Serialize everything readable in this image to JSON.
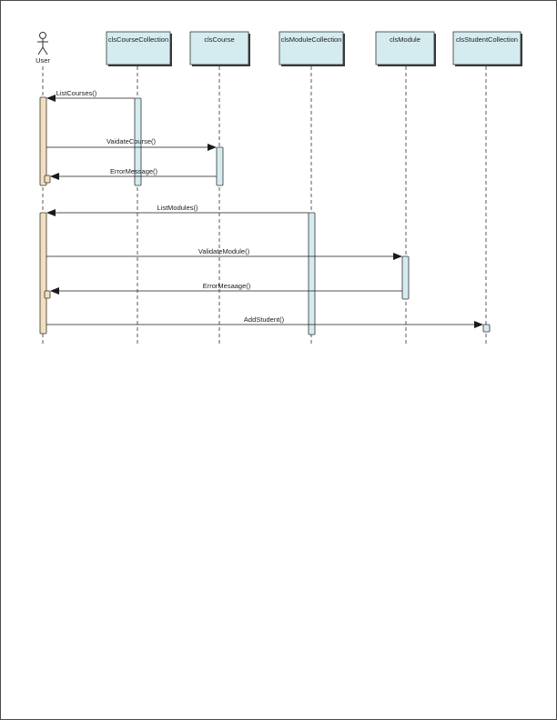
{
  "actor": {
    "name": "User"
  },
  "lifelines": [
    {
      "name": "clsCourseCollection"
    },
    {
      "name": "clsCourse"
    },
    {
      "name": "clsModuleCollection"
    },
    {
      "name": "clsModule"
    },
    {
      "name": "clsStudentCollection"
    }
  ],
  "messages": [
    {
      "label": "ListCourses()"
    },
    {
      "label": "VaidateCourse()"
    },
    {
      "label": "ErrorMessage()"
    },
    {
      "label": "ListModules()"
    },
    {
      "label": "ValidateModule()"
    },
    {
      "label": "ErrorMesaage()"
    },
    {
      "label": "AddStudent()"
    }
  ],
  "colors": {
    "header_fill": "#d4ecef",
    "header_shadow": "#3a3a3a",
    "activation_object": "#d4ecef",
    "activation_user": "#f3dfbf",
    "line": "#333333"
  }
}
